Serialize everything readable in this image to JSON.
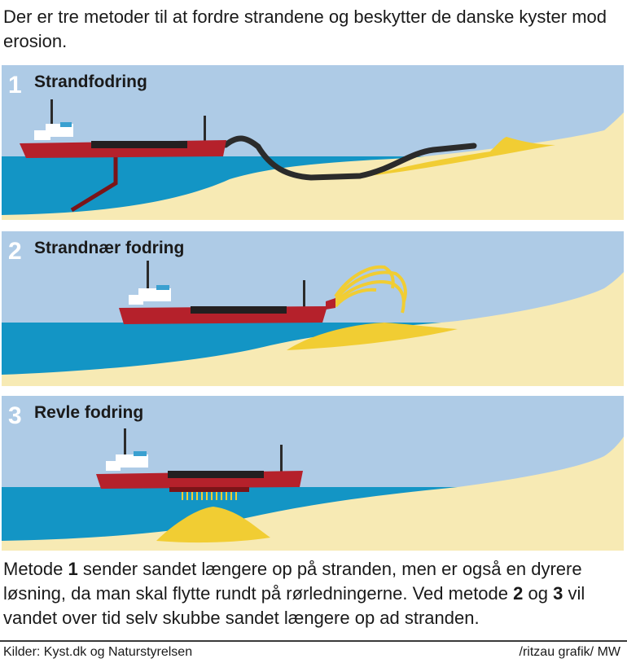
{
  "heading": "Der er tre metoder til at fordre strandene og beskytter de danske kyster mod erosion.",
  "panels": [
    {
      "number": "1",
      "title": "Strandfodring"
    },
    {
      "number": "2",
      "title": "Strandnær fodring"
    },
    {
      "number": "3",
      "title": "Revle fodring"
    }
  ],
  "footer": {
    "part1": "Metode ",
    "num1": "1",
    "part2": " sender sandet længere op på stranden, men er også en dyrere løsning, da man skal flytte rundt på rørledningerne. Ved metode ",
    "num2": "2",
    "part3": " og ",
    "num3": "3",
    "part4": " vil vandet over tid selv skubbe sandet længere op ad stranden."
  },
  "source": "Kilder: Kyst.dk og Naturstyrelsen",
  "credit": "/ritzau grafik/ MW",
  "colors": {
    "sky": "#aecbe6",
    "sea": "#1395c5",
    "sand": "#f7eab4",
    "yellow_sand": "#f1cd33",
    "hull": "#b5212b",
    "deck": "#231f20"
  }
}
